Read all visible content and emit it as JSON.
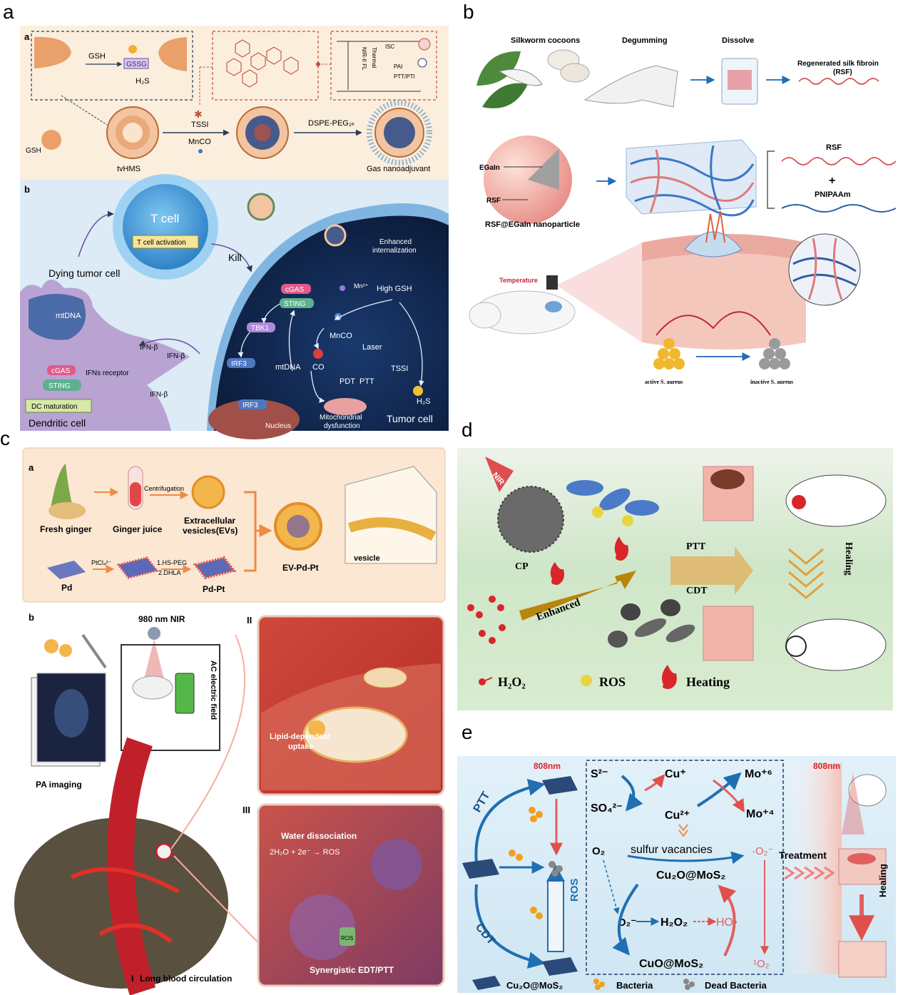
{
  "panels": {
    "a": {
      "letter": "a",
      "sub_a": "a",
      "sub_b": "b",
      "gsh": "GSH",
      "gssg": "GSSG",
      "h2s": "H₂S",
      "gsh2": "GSH",
      "nir_fl": "NIR-II FL",
      "thermal": "Thermal",
      "isc": "ISC",
      "pai": "PAI",
      "ptt_pti": "PTT/PTI",
      "tssi": "TSSI",
      "mnco": "MnCO",
      "dspe": "DSPE-PEG₂ₖ",
      "tvhms": "tvHMS",
      "gas": "Gas nanoadjuvant",
      "tcell": "T cell",
      "tact": "T cell activation",
      "kill": "Kill",
      "dying": "Dying tumor cell",
      "mtdna": "mtDNA",
      "cgas": "cGAS",
      "sting": "STING",
      "ifns": "IFNs receptor",
      "ifnb1": "IFN-β",
      "ifnb2": "IFN-β",
      "dcmat": "DC maturation",
      "dendritic": "Dendritic cell",
      "enhanced": "Enhanced",
      "internal": "internalization",
      "highgsh": "High GSH",
      "mn2": "Mn²⁺",
      "cgas2": "cGAS",
      "sting2": "STING",
      "tbk1": "TBK1",
      "irf3a": "IRF3",
      "irf3b": "IRF3",
      "mtdna2": "mtDNA",
      "co": "CO",
      "mnco2": "MnCO",
      "laser": "Laser",
      "tssi2": "TSSI",
      "pdt": "PDT",
      "ptt": "PTT",
      "h2s2": "H₂S",
      "mito1": "Mitochondrial",
      "mito2": "dysfunction",
      "nucleus": "Nucleus",
      "tumor": "Tumor cell"
    },
    "b": {
      "letter": "b",
      "cocoons": "Silkworm cocoons",
      "degum": "Degumming",
      "dissolve": "Dissolve",
      "rsf1": "Regenerated silk fibroin",
      "rsf2": "(RSF)",
      "egain": "EGaIn",
      "rsf_in": "RSF",
      "np": "RSF@EGaIn nanoparticle",
      "rsf_r": "RSF",
      "plus": "+",
      "pnipaam": "PNIPAAm",
      "temp": "Temperature",
      "active": "active S. aureus",
      "inactive": "inactive S. aureus"
    },
    "c": {
      "letter": "c",
      "sub_a": "a",
      "sub_b": "b",
      "ginger": "Fresh ginger",
      "juice": "Ginger juice",
      "centri": "Centrifugation",
      "ev1": "Extracellular",
      "ev2": "vesicles(EVs)",
      "evpdpt": "EV-Pd-Pt",
      "vesicle": "vesicle",
      "pd": "Pd",
      "ptcl": "PtCl₄²⁻",
      "hs1": "1.HS-PEG",
      "hs2": "2.DHLA",
      "pdpt": "Pd-Pt",
      "nir": "980 nm NIR",
      "ac": "AC electric field",
      "pa": "PA imaging",
      "r2": "II",
      "r3": "III",
      "lipid1": "Lipid-dependent",
      "lipid2": "uptake",
      "water": "Water dissociation",
      "eq": "2H₂O + 2e⁻ → ROS",
      "ros_small": "ROS",
      "syn": "Synergistic EDT/PTT",
      "r1": "I",
      "long": "Long blood circulation"
    },
    "d": {
      "letter": "d",
      "nir": "NIR",
      "cp": "CP",
      "ptt": "PTT",
      "cdt": "CDT",
      "enh": "Enhanced",
      "healing": "Healing",
      "h2o2": "H₂O₂",
      "ros": "ROS",
      "heating": "Heating"
    },
    "e": {
      "letter": "e",
      "nm1": "808nm",
      "nm2": "808nm",
      "ptt": "PTT",
      "cdt": "CDT",
      "ros": "ROS",
      "s2": "S²⁻",
      "cu1": "Cu⁺",
      "mo6": "Mo⁺⁶",
      "so4": "SO₄²⁻",
      "cu2": "Cu²⁺",
      "mo4": "Mo⁺⁴",
      "o2": "O₂",
      "sv": "sulfur vacancies",
      "o2m": "·O₂⁻",
      "cu2o": "Cu₂O@MoS₂",
      "o2m2": "O₂⁻",
      "h2o2": "H₂O₂",
      "ho": "HO•",
      "cuo": "CuO@MoS₂",
      "o1": "¹O₂",
      "treat": "Treatment",
      "heal": "Healing",
      "leg1": "Cu₂O@MoS₂",
      "leg2": "Bacteria",
      "leg3": "Dead Bacteria"
    }
  },
  "colors": {
    "panel_a_bg": "#fbeedd",
    "panel_a_dark": "#0f2144",
    "panel_c_bg": "#fbe7d2",
    "panel_d_bg": "#cde6cc",
    "panel_e_bg": "#d6ebf6",
    "accent_red": "#d8262b",
    "accent_blue": "#1f6fb2"
  }
}
